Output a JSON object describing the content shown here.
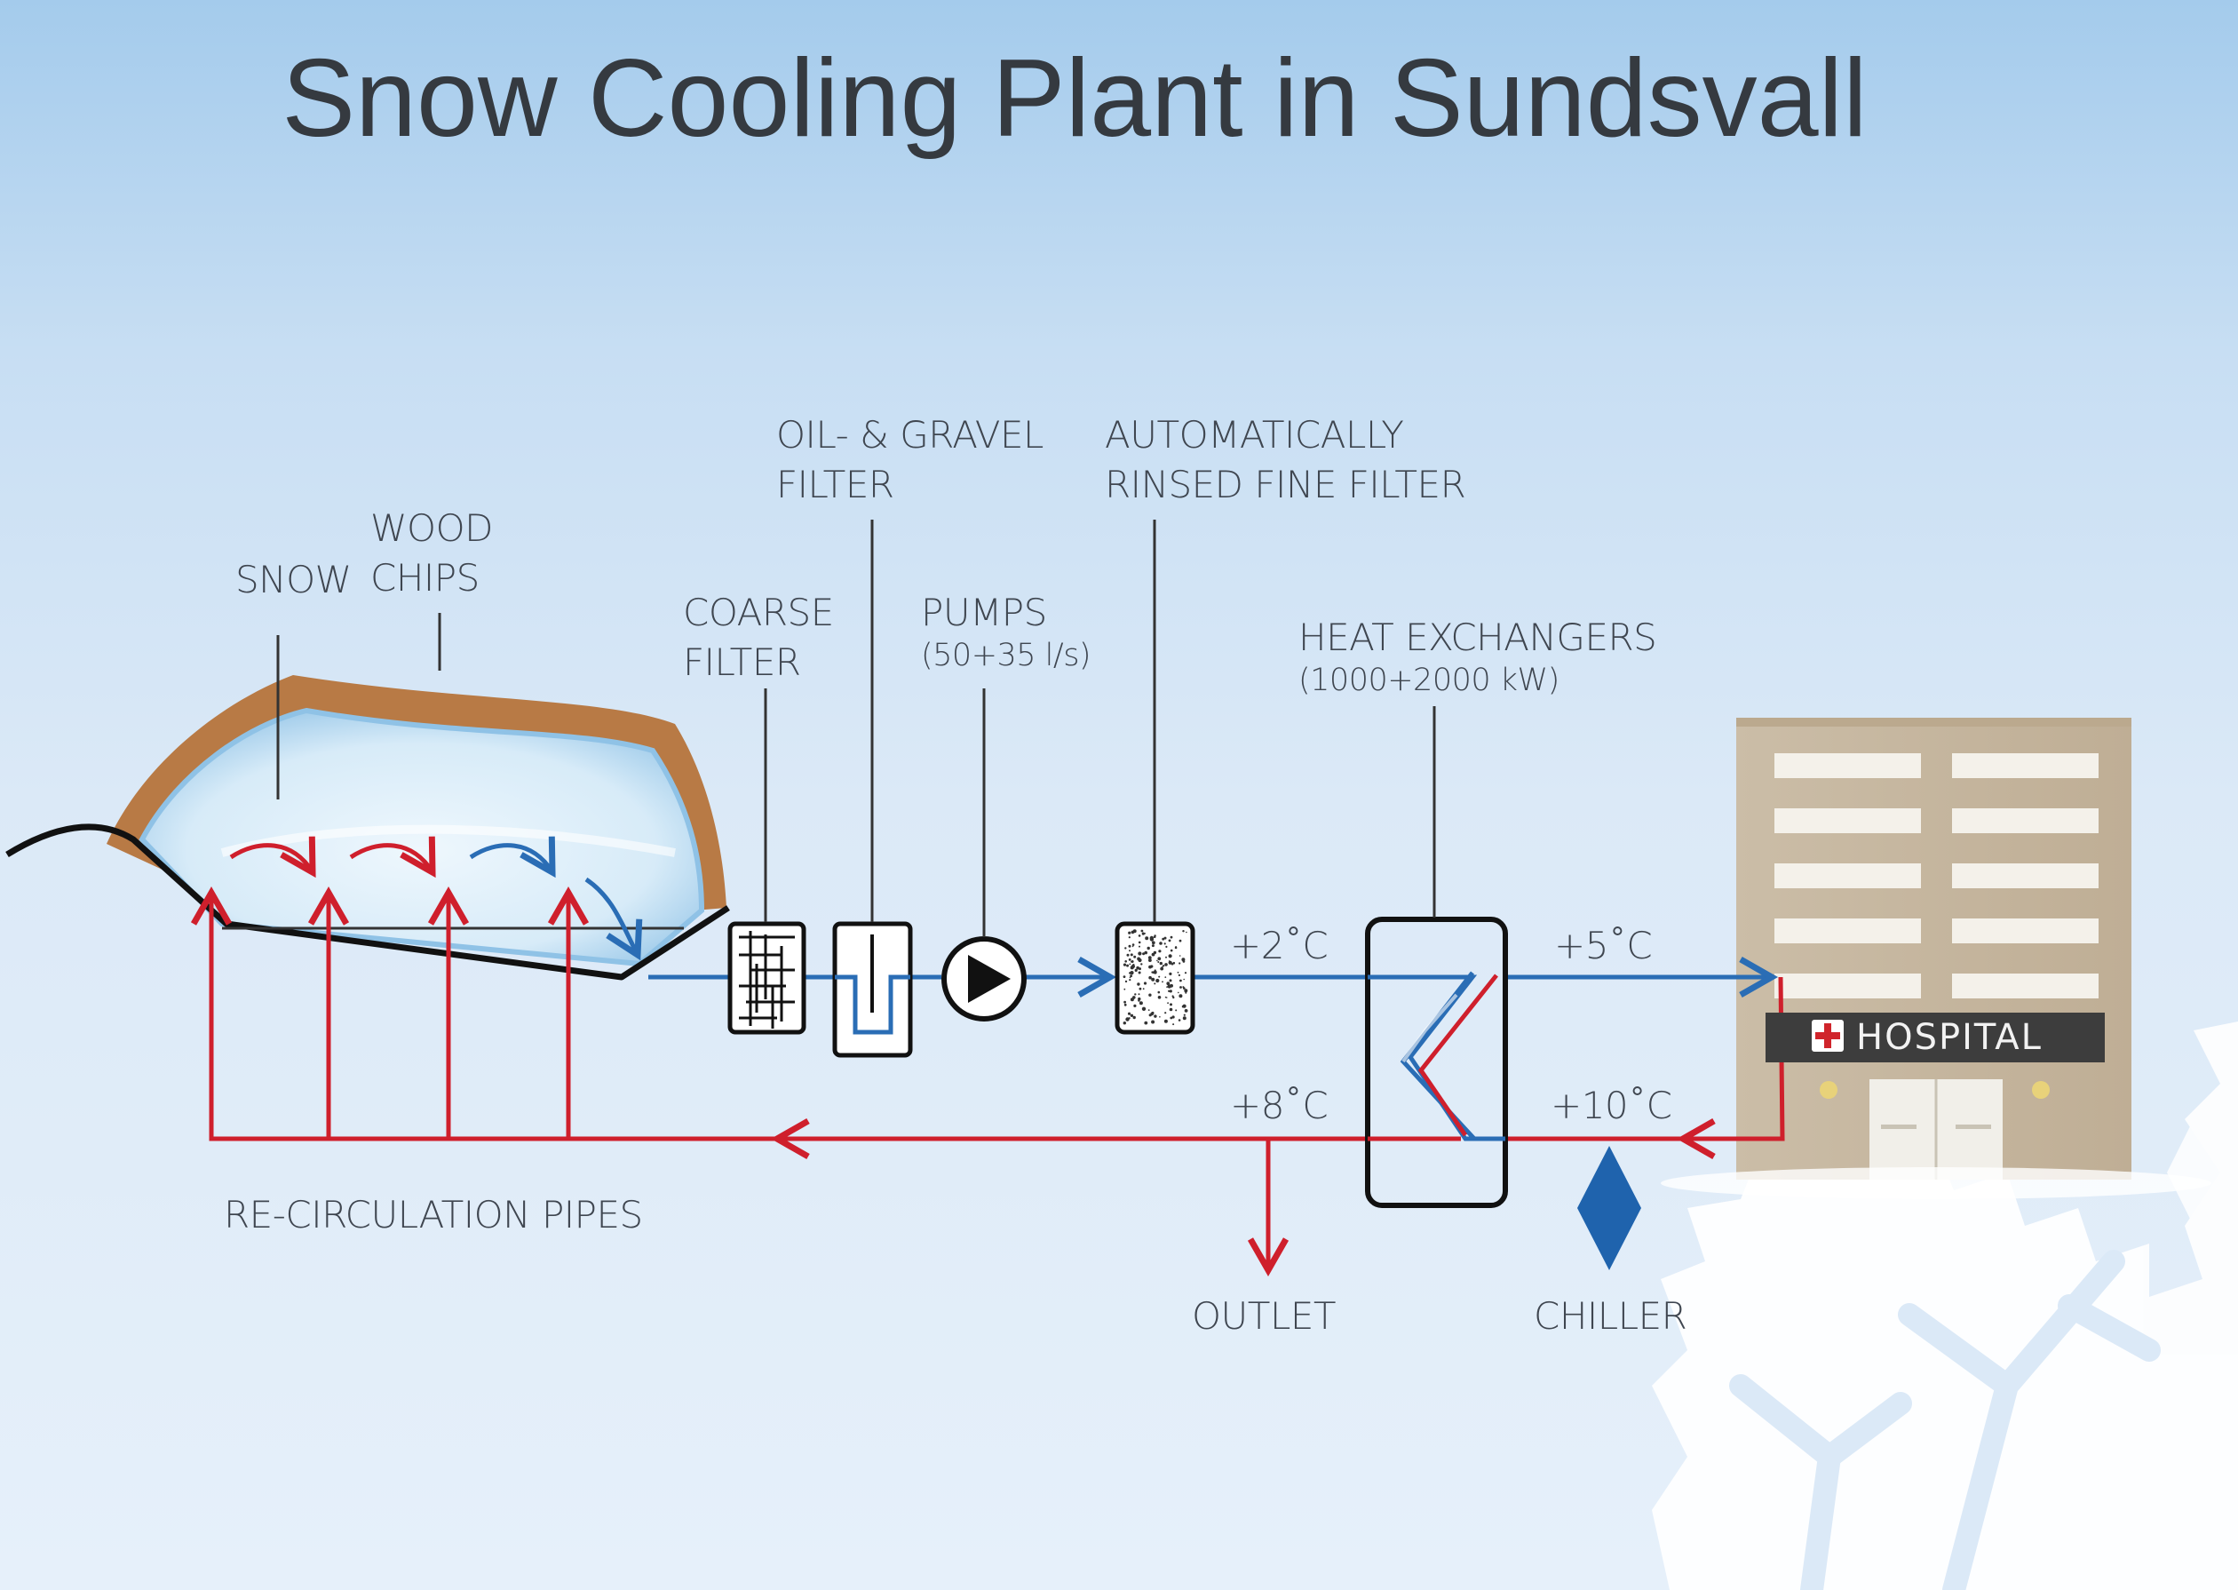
{
  "title": "Snow Cooling Plant in Sundsvall",
  "labels": {
    "snow": "SNOW",
    "wood_chips_1": "WOOD",
    "wood_chips_2": "CHIPS",
    "coarse_filter_1": "COARSE",
    "coarse_filter_2": "FILTER",
    "oil_gravel_1": "OIL- & GRAVEL",
    "oil_gravel_2": "FILTER",
    "pumps": "PUMPS",
    "pumps_sub": "(50+35 l/s)",
    "fine_filter_1": "AUTOMATICALLY",
    "fine_filter_2": "RINSED FINE FILTER",
    "heat_exchangers": "HEAT EXCHANGERS",
    "heat_exchangers_sub": "(1000+2000 kW)",
    "recirculation": "RE-CIRCULATION PIPES",
    "outlet": "OUTLET",
    "chiller": "CHILLER",
    "hospital": "HOSPITAL"
  },
  "temperatures": {
    "after_fine_filter": "+2˚C",
    "to_hospital": "+5˚C",
    "return_to_pit": "+8˚C",
    "from_hospital": "+10˚C"
  },
  "colors": {
    "cold_pipe": "#2a6db5",
    "warm_pipe": "#cf1f2c",
    "wood_chips": "#b87a45",
    "snow": "#cfe6f7",
    "building": "#c8b9a1",
    "chiller": "#1f63ad"
  }
}
